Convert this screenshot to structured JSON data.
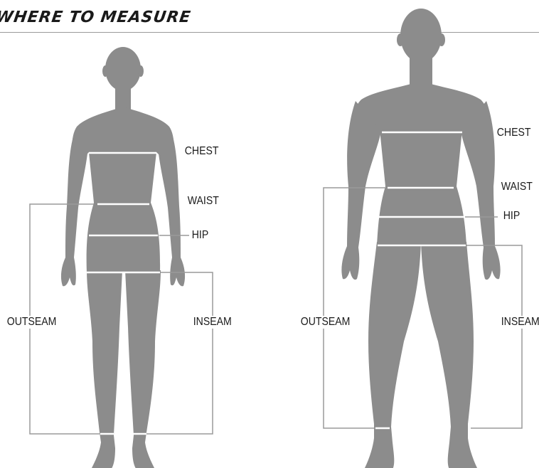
{
  "title": "WHERE TO MEASURE",
  "colors": {
    "silhouette": "#8c8c8c",
    "measure_line": "#ffffff",
    "leader_line": "#9a9a9a",
    "text": "#1a1a1a"
  },
  "figures": {
    "female": {
      "labels": {
        "chest": "CHEST",
        "waist": "WAIST",
        "hip": "HIP",
        "outseam": "OUTSEAM",
        "inseam": "INSEAM"
      }
    },
    "male": {
      "labels": {
        "chest": "CHEST",
        "waist": "WAIST",
        "hip": "HIP",
        "outseam": "OUTSEAM",
        "inseam": "INSEAM"
      }
    }
  }
}
